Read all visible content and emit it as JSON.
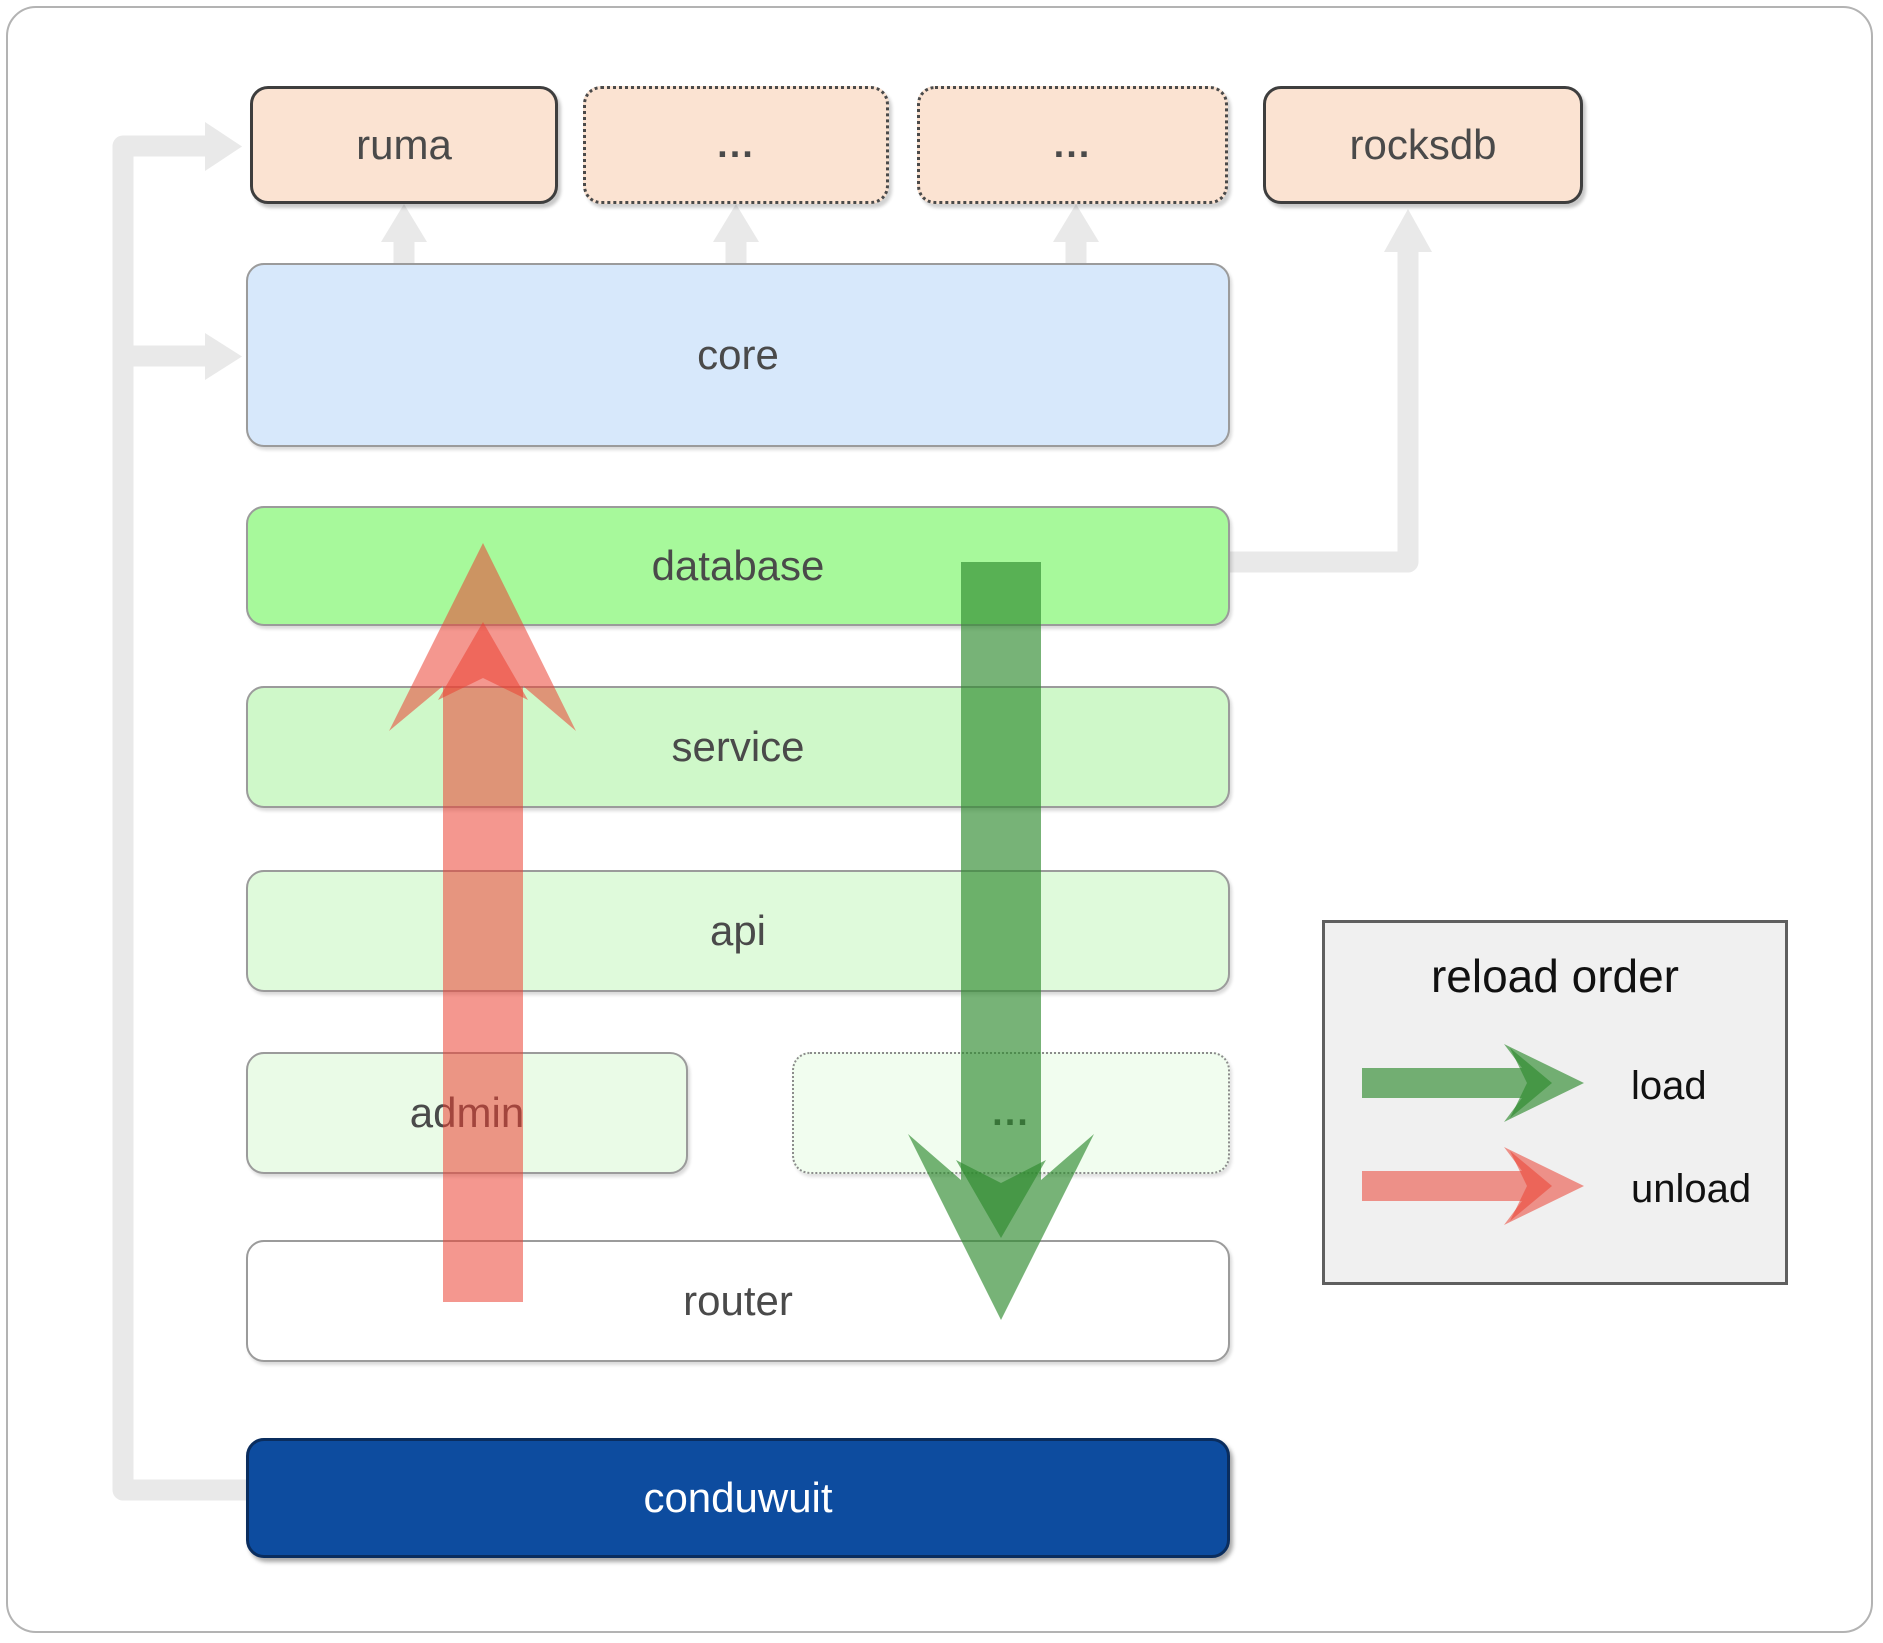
{
  "boxes": {
    "ruma": "ruma",
    "dots1": "...",
    "dots2": "...",
    "rocksdb": "rocksdb",
    "core": "core",
    "database": "database",
    "service": "service",
    "api": "api",
    "admin": "admin",
    "admin_dots": "...",
    "router": "router",
    "conduwuit": "conduwuit"
  },
  "legend": {
    "title": "reload order",
    "load_label": "load",
    "unload_label": "unload"
  },
  "colors": {
    "peach": "#FBE3D2",
    "core_blue": "#D7E8FB",
    "database_green": "#A7F99B",
    "service_green": "#CFF8C9",
    "api_green": "#DFFADB",
    "admin_green": "#EAFBE7",
    "admin_dots_green": "#F1FDEF",
    "router_white": "#FFFFFF",
    "conduwuit_navy": "#0D4C9F",
    "arrow_load_green": "rgba(46,139,46,0.65)",
    "arrow_unload_red": "rgba(235,66,51,0.55)",
    "connector_gray": "#E9E9E9",
    "legend_bg": "#F0F0F0"
  }
}
